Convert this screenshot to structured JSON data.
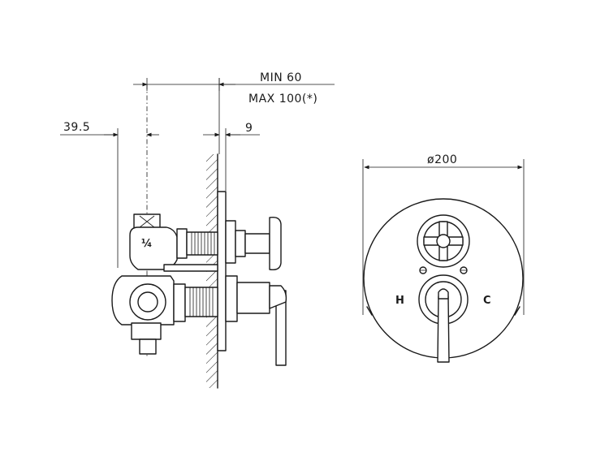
{
  "dimensions": {
    "min_depth": "MIN  60",
    "max_depth": "MAX  100(*)",
    "offset_left": "39.5",
    "wall_plate": "9",
    "diameter": "ø200"
  },
  "front_view": {
    "hot_label": "H",
    "cold_label": "C"
  }
}
